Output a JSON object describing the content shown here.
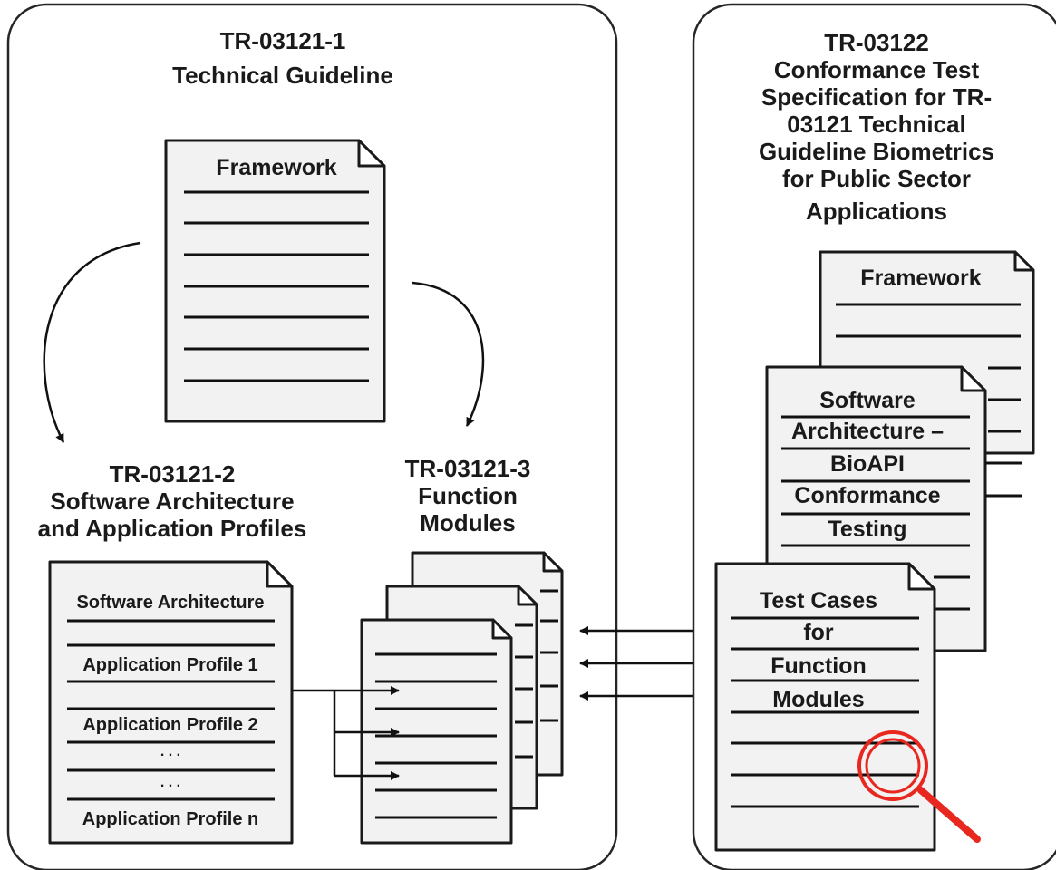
{
  "left_panel": {
    "title_lines": [
      "TR-03121-1",
      "Technical Guideline"
    ],
    "framework_doc": {
      "title": "Framework"
    },
    "part2": {
      "title_lines": [
        "TR-03121-2",
        "Software Architecture",
        "and Application Profiles"
      ],
      "doc_entries": [
        "Software Architecture",
        "Application Profile 1",
        "Application Profile 2",
        ". . .",
        ". . .",
        "Application Profile n"
      ]
    },
    "part3": {
      "title_lines": [
        "TR-03121-3",
        "Function",
        "Modules"
      ]
    }
  },
  "right_panel": {
    "title_lines": [
      "TR-03122",
      "Conformance Test",
      "Specification for TR-",
      "03121 Technical",
      "Guideline Biometrics",
      "for Public Sector",
      "Applications"
    ],
    "framework_doc": {
      "title": "Framework"
    },
    "software_doc": {
      "title_lines": [
        "Software",
        "Architecture –",
        "BioAPI",
        "Conformance",
        "Testing"
      ]
    },
    "testcases_doc": {
      "title_lines": [
        "Test Cases",
        "for",
        "Function",
        "Modules"
      ]
    },
    "magnifier_icon": "magnifying-glass",
    "magnifier_color": "#e8281f"
  }
}
